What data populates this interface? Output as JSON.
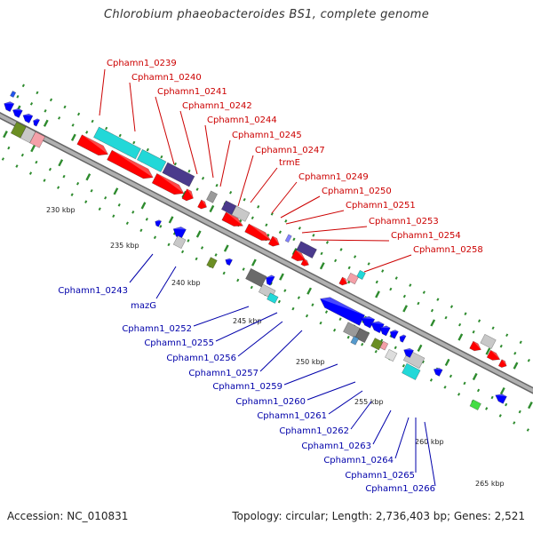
{
  "title": "Chlorobium phaeobacteroides BS1, complete genome",
  "footer": {
    "accession": "Accession: NC_010831",
    "summary": "Topology: circular; Length: 2,736,403 bp; Genes: 2,521"
  },
  "colors": {
    "forward_label": "#cc0000",
    "reverse_label": "#0000aa",
    "backbone": "#8a8a8a",
    "tick": "#2e8b2e"
  },
  "scale_ticks": [
    "230 kbp",
    "235 kbp",
    "240 kbp",
    "245 kbp",
    "250 kbp",
    "255 kbp",
    "260 kbp",
    "265 kbp"
  ],
  "forward_labels": [
    "Cphamn1_0239",
    "Cphamn1_0240",
    "Cphamn1_0241",
    "Cphamn1_0242",
    "Cphamn1_0244",
    "Cphamn1_0245",
    "Cphamn1_0247",
    "trmE",
    "Cphamn1_0249",
    "Cphamn1_0250",
    "Cphamn1_0251",
    "Cphamn1_0253",
    "Cphamn1_0254",
    "Cphamn1_0258"
  ],
  "reverse_labels": [
    "Cphamn1_0243",
    "mazG",
    "Cphamn1_0252",
    "Cphamn1_0255",
    "Cphamn1_0256",
    "Cphamn1_0257",
    "Cphamn1_0259",
    "Cphamn1_0260",
    "Cphamn1_0261",
    "Cphamn1_0262",
    "Cphamn1_0263",
    "Cphamn1_0264",
    "Cphamn1_0265",
    "Cphamn1_0266"
  ]
}
